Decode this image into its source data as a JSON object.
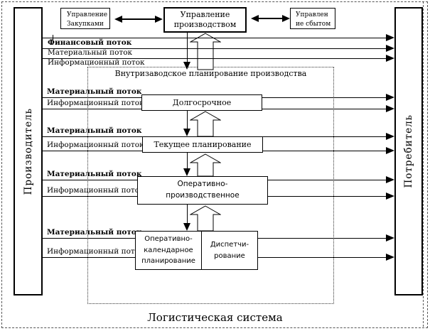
{
  "bars": {
    "producer": "Производитель",
    "consumer": "Потребитель"
  },
  "top_boxes": {
    "purchasing": {
      "line1": "Управление",
      "line2": "Закупками"
    },
    "production": "Управление производством",
    "sales": {
      "line1": "Управлен",
      "line2": "ие сбытом"
    }
  },
  "flows": {
    "financial": "Финансовый поток",
    "material": "Материальный поток",
    "information": "Информационный поток"
  },
  "inner": {
    "title": "Внутризаводское планирование производства",
    "levels": {
      "longterm": "Долгосрочное",
      "current": "Текущее планирование",
      "operational": {
        "line1": "Оперативно-",
        "line2": "производственное"
      },
      "calendar": {
        "line1": "Оперативно-",
        "line2": "календарное",
        "line3": "планирование"
      },
      "dispatch": {
        "line1": "Диспетчи-",
        "line2": "рование"
      }
    }
  },
  "footer": {
    "title": "Логистическая система"
  }
}
